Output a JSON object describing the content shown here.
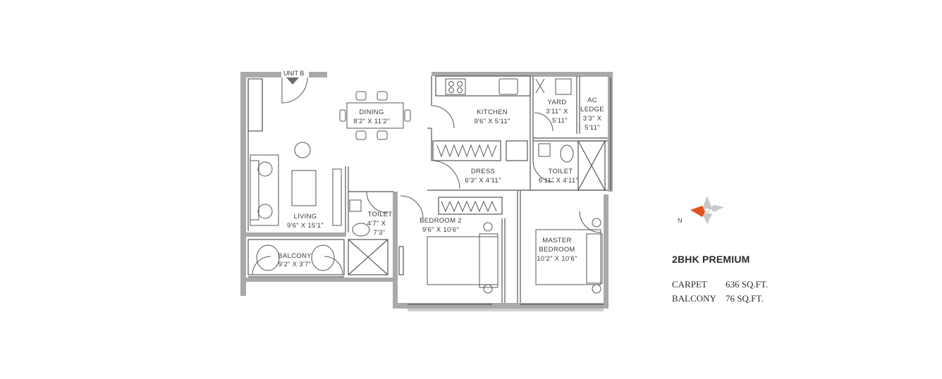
{
  "plan": {
    "unit_label": "UNIT B",
    "rooms": {
      "dining": {
        "name": "DINING",
        "size": "8'2\" X 11'2\""
      },
      "kitchen": {
        "name": "KITCHEN",
        "size": "9'6\" X 5'11\""
      },
      "yard": {
        "name": "YARD",
        "size_1": "3'11\" X",
        "size_2": "5'11\""
      },
      "ac_ledge": {
        "name_1": "AC",
        "name_2": "LEDGE",
        "size_1": "3'3\" X",
        "size_2": "5'11\""
      },
      "dress": {
        "name": "DRESS",
        "size": "6'3\" X 4'11\""
      },
      "toilet_master": {
        "name": "TOILET",
        "size": "6'11\" X 4'11\""
      },
      "living": {
        "name": "LIVING",
        "size": "9'6\" X 15'1\""
      },
      "toilet_common": {
        "name": "TOILET",
        "size_1": "4'7\" X",
        "size_2": "7'3\""
      },
      "bedroom2": {
        "name": "BEDROOM 2",
        "size": "9'6\" X 10'6\""
      },
      "master_bedroom": {
        "name_1": "MASTER",
        "name_2": "BEDROOM",
        "size": "10'2\" X 10'6\""
      },
      "balcony": {
        "name": "BALCONY",
        "size": "9'2\" X 3'7\""
      }
    }
  },
  "compass": {
    "north_label": "N",
    "accent_color": "#e0551f"
  },
  "summary": {
    "title": "2BHK PREMIUM",
    "rows": [
      {
        "label": "CARPET",
        "value": "636 SQ.FT."
      },
      {
        "label": "BALCONY",
        "value": "76 SQ.FT."
      }
    ]
  }
}
